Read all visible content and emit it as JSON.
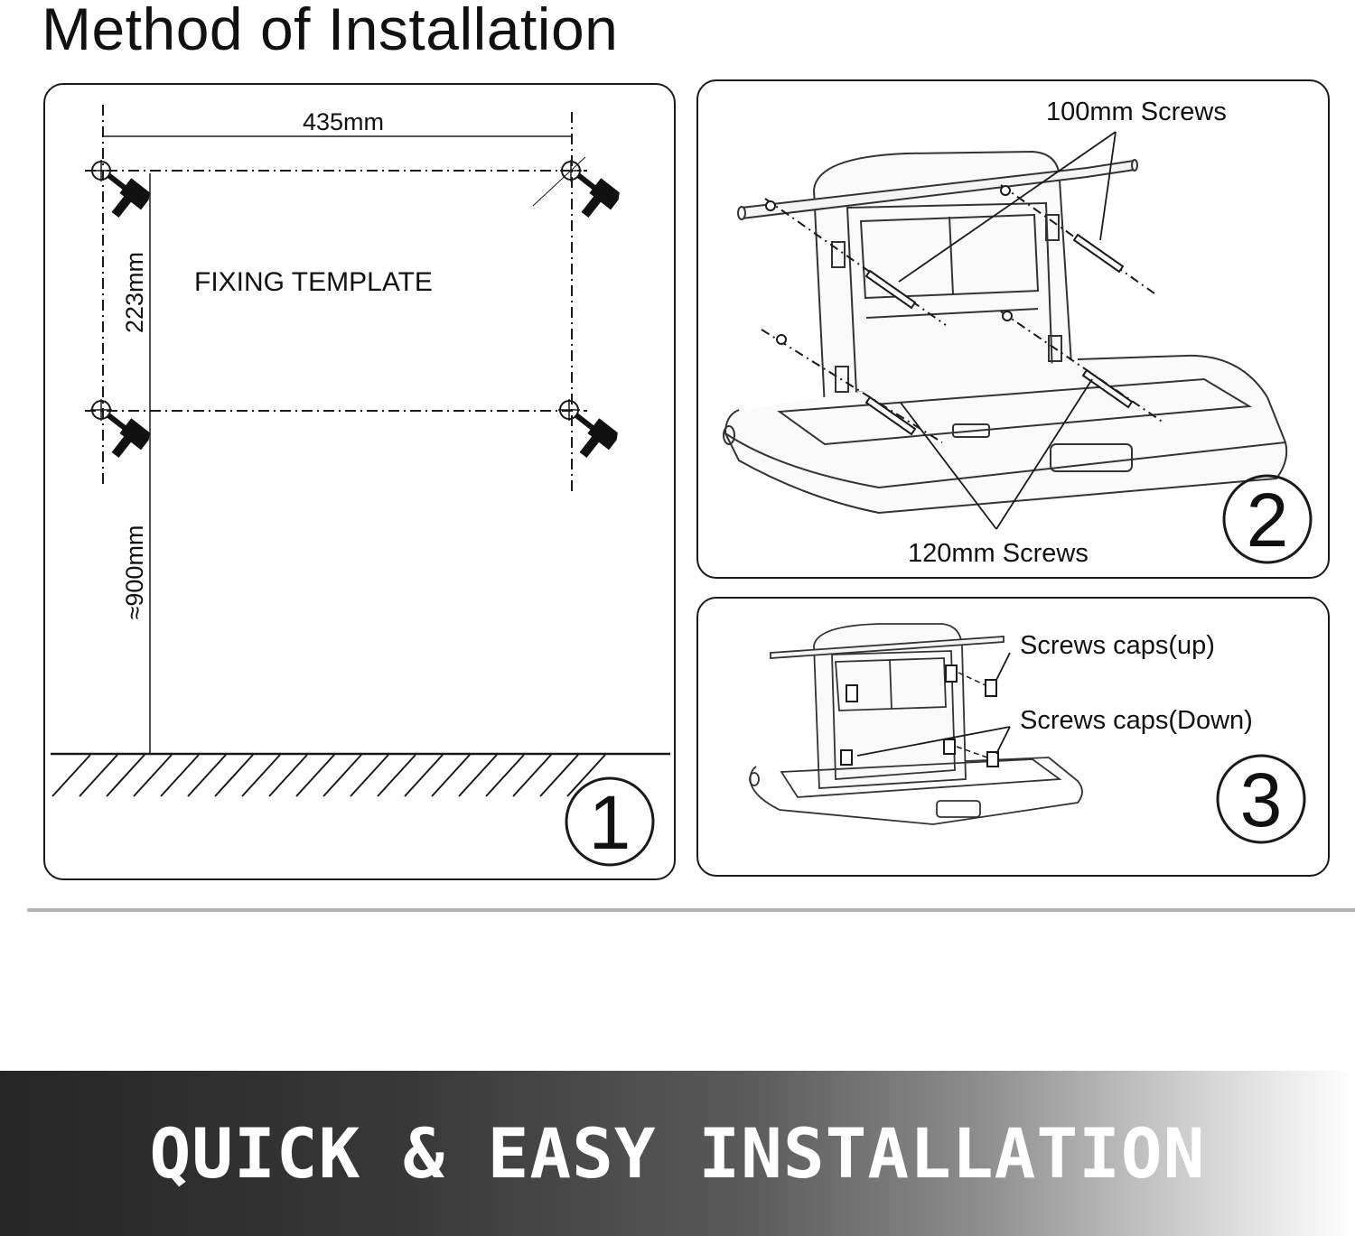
{
  "title": "Method of Installation",
  "panel1": {
    "dim_width": "435mm",
    "dim_height_upper": "223mm",
    "dim_height_floor": "≈900mm",
    "template_label": "FIXING TEMPLATE",
    "step_number": "1"
  },
  "panel2": {
    "label_top": "100mm Screws",
    "label_bottom": "120mm Screws",
    "step_number": "2"
  },
  "panel3": {
    "label_up": "Screws caps(up)",
    "label_down": "Screws caps(Down)",
    "step_number": "3"
  },
  "banner": {
    "text": "QUICK & EASY INSTALLATION"
  },
  "colors": {
    "line": "#1a1a1a",
    "divider": "#b4b4b4",
    "banner_dark": "#262626",
    "banner_light": "#ffffff"
  }
}
